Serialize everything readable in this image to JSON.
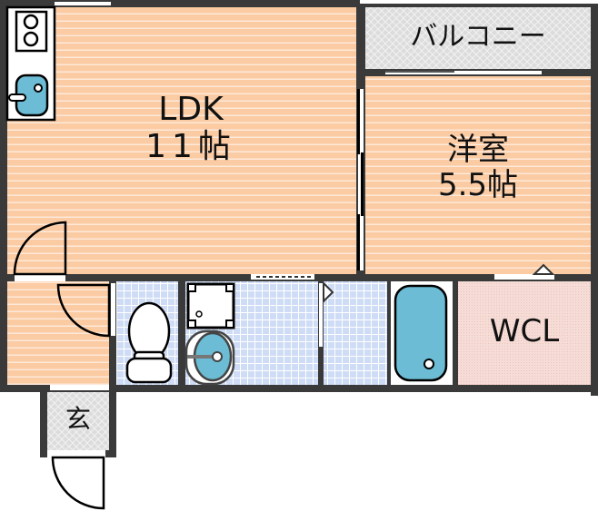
{
  "floorplan": {
    "rooms": [
      {
        "id": "ldk",
        "name": "LDK",
        "size": "11帖"
      },
      {
        "id": "western",
        "name": "洋室",
        "size": "5.5帖"
      },
      {
        "id": "balcony",
        "name": "バルコニー"
      },
      {
        "id": "wcl",
        "name": "WCL"
      },
      {
        "id": "entrance",
        "name": "玄"
      }
    ],
    "fixtures": [
      "kitchen-stove",
      "kitchen-sink",
      "toilet",
      "washing-machine-pan",
      "washbasin",
      "bathtub"
    ],
    "colors": {
      "wall": "#3a3a3a",
      "floor_wood": "#fbcba3",
      "floor_tile": "#cfdcf5",
      "balcony": "#dcdcdc",
      "wcl": "#f6dcd6",
      "fixture_blue": "#6bbcd4"
    }
  }
}
